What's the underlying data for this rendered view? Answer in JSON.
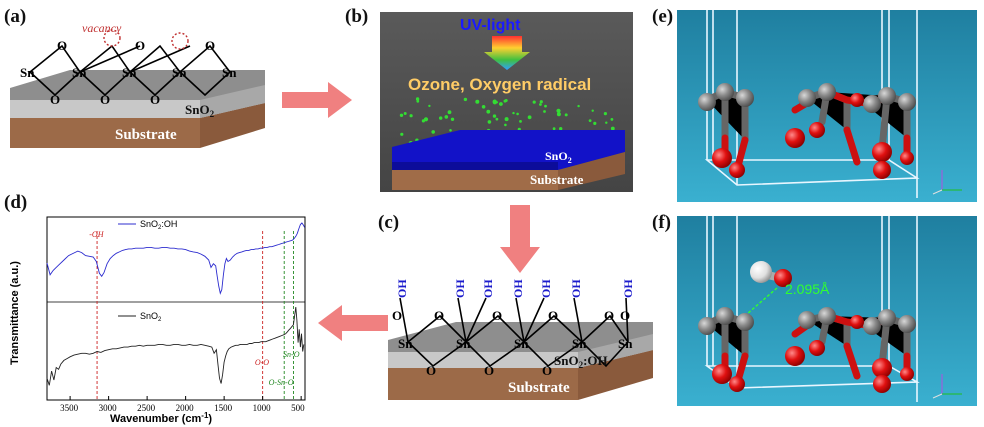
{
  "panels": {
    "a": {
      "label": "(a)",
      "vacancy": "vacancy",
      "film": "SnO",
      "film_sub": "2",
      "substrate": "Substrate",
      "atoms": {
        "sn": "Sn",
        "o": "O"
      }
    },
    "b": {
      "label": "(b)",
      "uv": "UV-light",
      "ozone": "Ozone, Oxygen radical",
      "film": "SnO",
      "film_sub": "2",
      "substrate": "Substrate"
    },
    "c": {
      "label": "(c)",
      "oh": "OH",
      "film": "SnO",
      "film_sub": "2",
      "film_suffix": ":OH",
      "substrate": "Substrate",
      "atoms": {
        "sn": "Sn",
        "o": "O"
      }
    },
    "d": {
      "label": "(d)"
    },
    "e": {
      "label": "(e)"
    },
    "f": {
      "label": "(f)",
      "bond_length": "2.095Å"
    }
  },
  "chart_data": {
    "type": "line",
    "xlabel": "Wavenumber (cm",
    "xlabel_sup": "-1",
    "xlabel_end": ")",
    "ylabel": "Transmittance (a.u.)",
    "xlim": [
      3800,
      450
    ],
    "x_reversed": true,
    "x_ticks": [
      3500,
      3000,
      2500,
      2000,
      1500,
      1000,
      500
    ],
    "series": [
      {
        "name": "SnO",
        "name_sub": "2",
        "name_suffix": ":OH",
        "color": "#2c2ccf",
        "x": [
          3800,
          3760,
          3720,
          3680,
          3640,
          3600,
          3560,
          3520,
          3480,
          3440,
          3400,
          3350,
          3300,
          3250,
          3200,
          3160,
          3120,
          3090,
          3060,
          3020,
          2980,
          2940,
          2900,
          2860,
          2820,
          2780,
          2740,
          2700,
          2650,
          2600,
          2550,
          2500,
          2450,
          2400,
          2350,
          2300,
          2250,
          2200,
          2150,
          2100,
          2050,
          2000,
          1950,
          1900,
          1850,
          1800,
          1750,
          1700,
          1670,
          1640,
          1610,
          1590,
          1570,
          1550,
          1530,
          1510,
          1490,
          1470,
          1450,
          1420,
          1390,
          1360,
          1330,
          1300,
          1270,
          1240,
          1210,
          1180,
          1150,
          1120,
          1090,
          1060,
          1030,
          1000,
          970,
          940,
          910,
          880,
          850,
          820,
          790,
          760,
          730,
          700,
          670,
          640,
          610,
          590,
          570,
          550,
          530,
          510,
          490,
          470,
          455
        ],
        "y": [
          0.46,
          0.3,
          0.36,
          0.4,
          0.44,
          0.48,
          0.52,
          0.56,
          0.58,
          0.6,
          0.62,
          0.6,
          0.56,
          0.55,
          0.54,
          0.48,
          0.32,
          0.28,
          0.33,
          0.45,
          0.52,
          0.56,
          0.59,
          0.61,
          0.63,
          0.64,
          0.65,
          0.65,
          0.66,
          0.66,
          0.66,
          0.67,
          0.67,
          0.66,
          0.66,
          0.67,
          0.67,
          0.66,
          0.66,
          0.65,
          0.65,
          0.64,
          0.62,
          0.61,
          0.6,
          0.58,
          0.55,
          0.5,
          0.4,
          0.45,
          0.42,
          0.28,
          0.15,
          0.05,
          0.1,
          0.3,
          0.45,
          0.52,
          0.48,
          0.5,
          0.54,
          0.57,
          0.59,
          0.6,
          0.61,
          0.62,
          0.63,
          0.63,
          0.64,
          0.64,
          0.65,
          0.65,
          0.66,
          0.66,
          0.67,
          0.67,
          0.68,
          0.68,
          0.69,
          0.7,
          0.71,
          0.72,
          0.73,
          0.74,
          0.75,
          0.76,
          0.77,
          0.79,
          0.82,
          0.86,
          0.92,
          0.98,
          1.0,
          0.97,
          0.94
        ]
      },
      {
        "name": "SnO",
        "name_sub": "2",
        "name_suffix": "",
        "color": "#222222",
        "x": [
          3800,
          3770,
          3740,
          3710,
          3680,
          3650,
          3620,
          3580,
          3540,
          3500,
          3450,
          3400,
          3350,
          3300,
          3250,
          3200,
          3150,
          3100,
          3050,
          3000,
          2950,
          2900,
          2850,
          2800,
          2750,
          2700,
          2650,
          2600,
          2550,
          2500,
          2450,
          2400,
          2350,
          2300,
          2250,
          2200,
          2150,
          2100,
          2050,
          2000,
          1950,
          1900,
          1850,
          1800,
          1750,
          1700,
          1660,
          1630,
          1600,
          1580,
          1560,
          1540,
          1520,
          1500,
          1480,
          1460,
          1440,
          1410,
          1380,
          1350,
          1320,
          1290,
          1260,
          1230,
          1200,
          1170,
          1140,
          1110,
          1080,
          1050,
          1020,
          990,
          960,
          930,
          900,
          870,
          840,
          810,
          780,
          750,
          720,
          700,
          680,
          660,
          640,
          620,
          600,
          585,
          570,
          555,
          540,
          525,
          510,
          495,
          480,
          465
        ],
        "y": [
          0.2,
          0.12,
          0.28,
          0.18,
          0.32,
          0.3,
          0.36,
          0.4,
          0.42,
          0.44,
          0.46,
          0.47,
          0.48,
          0.48,
          0.47,
          0.48,
          0.5,
          0.49,
          0.51,
          0.52,
          0.53,
          0.53,
          0.54,
          0.55,
          0.55,
          0.56,
          0.56,
          0.57,
          0.56,
          0.57,
          0.57,
          0.57,
          0.58,
          0.58,
          0.57,
          0.57,
          0.58,
          0.58,
          0.57,
          0.57,
          0.58,
          0.57,
          0.57,
          0.58,
          0.57,
          0.56,
          0.55,
          0.48,
          0.52,
          0.35,
          0.2,
          0.14,
          0.24,
          0.38,
          0.45,
          0.5,
          0.53,
          0.55,
          0.56,
          0.57,
          0.57,
          0.58,
          0.58,
          0.58,
          0.58,
          0.59,
          0.59,
          0.6,
          0.6,
          0.6,
          0.61,
          0.61,
          0.61,
          0.62,
          0.63,
          0.64,
          0.65,
          0.66,
          0.67,
          0.68,
          0.69,
          0.7,
          0.72,
          0.74,
          0.76,
          0.78,
          0.8,
          0.9,
          1.0,
          0.85,
          0.6,
          0.75,
          0.55,
          0.7,
          0.5,
          0.58
        ]
      }
    ],
    "reference_lines": [
      {
        "x": 3150,
        "label": "-OH",
        "color": "#cc2222"
      },
      {
        "x": 1000,
        "label": "O-O",
        "color": "#cc2222"
      },
      {
        "x": 720,
        "label": "O-Sn-O",
        "color": "#228822"
      },
      {
        "x": 600,
        "label": "Sn-O",
        "color": "#228822"
      }
    ]
  }
}
